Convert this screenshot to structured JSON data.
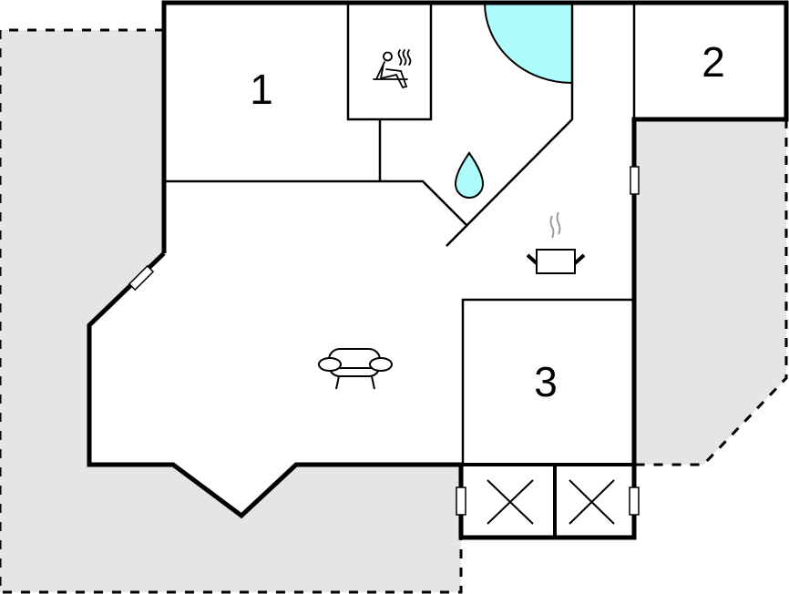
{
  "diagram": {
    "type": "floor-plan",
    "colors": {
      "wall": "#000000",
      "terrace": "#e5e5e5",
      "water": "#aefcfc",
      "steam": "#999999",
      "background": "#ffffff"
    },
    "rooms": [
      {
        "id": "bedroom-1",
        "label": "1"
      },
      {
        "id": "bedroom-2",
        "label": "2"
      },
      {
        "id": "bedroom-3",
        "label": "3"
      }
    ],
    "icons": [
      {
        "name": "sauna-icon",
        "room": "sauna"
      },
      {
        "name": "shower-water-drop-icon",
        "room": "bathroom"
      },
      {
        "name": "whirlpool-quarter-circle",
        "room": "bathroom"
      },
      {
        "name": "kitchen-pot-icon",
        "room": "kitchen"
      },
      {
        "name": "sofa-icon",
        "room": "living-room"
      },
      {
        "name": "cross-x-icon",
        "room": "storage-left"
      },
      {
        "name": "cross-x-icon",
        "room": "storage-right"
      }
    ],
    "features": {
      "terraces": 3,
      "windows": 5
    }
  }
}
